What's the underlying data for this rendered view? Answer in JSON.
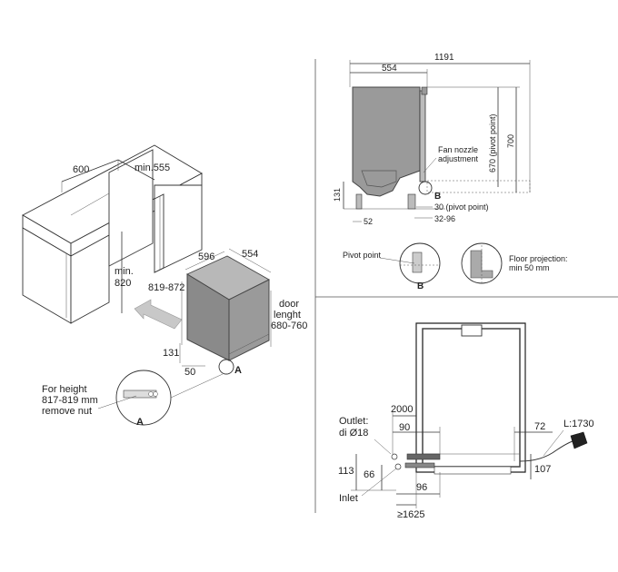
{
  "cabinet_view": {
    "width": "600",
    "depth": "min.555",
    "height_min": "min.",
    "height_min_value": "820",
    "niche_height": "819-872",
    "appliance_width": "596",
    "appliance_depth": "554",
    "door_label_1": "door",
    "door_label_2": "lenght",
    "door_label_3": "680-760",
    "plinth_height": "131",
    "plinth_depth": "50",
    "detail_marker": "A",
    "height_note_1": "For height",
    "height_note_2": "817-819 mm",
    "height_note_3": "remove nut",
    "detail_label": "A"
  },
  "side_view": {
    "total_length": "1191",
    "depth": "554",
    "fan_nozzle_1": "Fan nozzle",
    "fan_nozzle_2": "adjustment",
    "pivot_height": "670 (pivot point)",
    "height": "700",
    "plinth_height": "131",
    "pivot_depth": "30 (pivot point)",
    "foot_offset": "52",
    "foot_range": "32-96",
    "detail_marker": "B"
  },
  "pivot_detail": {
    "label": "Pivot point",
    "marker": "B",
    "floor_projection_1": "Floor projection:",
    "floor_projection_2": "min 50 mm"
  },
  "connections_view": {
    "hose_length": "2000",
    "outlet_label_1": "Outlet:",
    "outlet_label_2": "di Ø18",
    "outlet_offset": "90",
    "right_offset": "72",
    "cable_length": "L:1730",
    "height_113": "113",
    "height_66": "66",
    "height_107": "107",
    "inlet_label": "Inlet",
    "inlet_offset": "96",
    "min_length": "≥1625"
  }
}
